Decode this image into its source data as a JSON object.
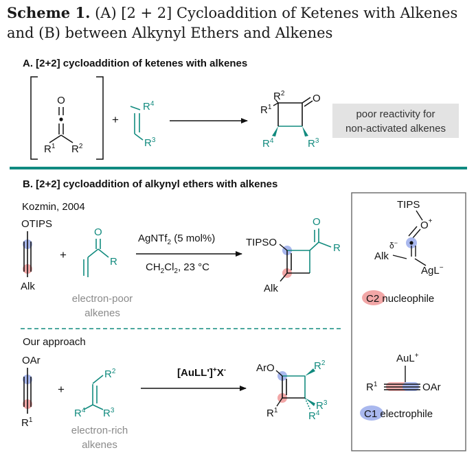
{
  "scheme": {
    "title_lead": "Scheme 1.",
    "title_rest": " (A) [2 + 2] Cycloaddition of Ketenes with Alkenes and (B) between Alkynyl Ethers and Alkenes"
  },
  "section_a": {
    "heading": "A. [2+2] cycloaddition of ketenes with alkenes",
    "ketene": {
      "o": "O",
      "r1": "R",
      "r1_sup": "1",
      "r2": "R",
      "r2_sup": "2"
    },
    "alkene": {
      "r4": "R",
      "r4_sup": "4",
      "r3": "R",
      "r3_sup": "3"
    },
    "plus": "+",
    "product": {
      "r2": "R",
      "r2_sup": "2",
      "r1": "R",
      "r1_sup": "1",
      "o": "O",
      "r4": "R",
      "r4_sup": "4",
      "r3": "R",
      "r3_sup": "3"
    },
    "note_line1": "poor reactivity for",
    "note_line2": "non-activated alkenes"
  },
  "section_b": {
    "heading": "B. [2+2] cycloaddition of alkynyl ethers with alkenes",
    "kozmin": {
      "label": "Kozmin, 2004",
      "alkyne_top": "OTIPS",
      "alkyne_bottom": "Alk",
      "plus": "+",
      "enone": {
        "o": "O",
        "r": "R"
      },
      "caption_line1": "electron-poor",
      "caption_line2": "alkenes",
      "cond_top_pre": "AgNTf",
      "cond_top_sub": "2",
      "cond_top_post": " (5 mol%)",
      "cond_bottom_pre": "CH",
      "cond_bottom_sub1": "2",
      "cond_bottom_mid": "Cl",
      "cond_bottom_sub2": "2",
      "cond_bottom_post": ", 23 °C",
      "product": {
        "tipso": "TIPSO",
        "alk": "Alk",
        "o": "O",
        "r": "R"
      }
    },
    "our": {
      "label": "Our approach",
      "alkyne_top": "OAr",
      "alkyne_bottom": "R",
      "alkyne_bottom_sup": "1",
      "plus": "+",
      "alkene": {
        "r2": "R",
        "r2_sup": "2",
        "r4": "R",
        "r4_sup": "4",
        "r3": "R",
        "r3_sup": "3"
      },
      "caption_line1": "electron-rich",
      "caption_line2": "alkenes",
      "catalyst_main": "[AuLL']",
      "catalyst_sup1": "+",
      "catalyst_x": "X",
      "catalyst_sup2": "-",
      "product": {
        "aro": "ArO",
        "r2": "R",
        "r2_sup": "2",
        "r1": "R",
        "r1_sup": "1",
        "r3": "R",
        "r3_sup": "3",
        "r4": "R",
        "r4_sup": "4"
      }
    },
    "box": {
      "tips": "TIPS",
      "o": "O",
      "o_sup": "+",
      "delta": "δ",
      "delta_sup": "−",
      "alk": "Alk",
      "agl": "AgL",
      "agl_sup": "−",
      "c2_badge": "C2",
      "c2_text": " nucleophile",
      "aul": "AuL",
      "aul_sup": "+",
      "r1": "R",
      "r1_sup": "1",
      "oar": "OAr",
      "c1_badge": "C1",
      "c1_text": " electrophile"
    }
  },
  "colors": {
    "teal": "#118a7e",
    "divider": "#0f8a80",
    "blue_highlight": "#a9b8ee",
    "red_highlight": "#f2a7a7",
    "grey_text": "#8a8a8a",
    "note_bg": "#e3e3e3"
  }
}
